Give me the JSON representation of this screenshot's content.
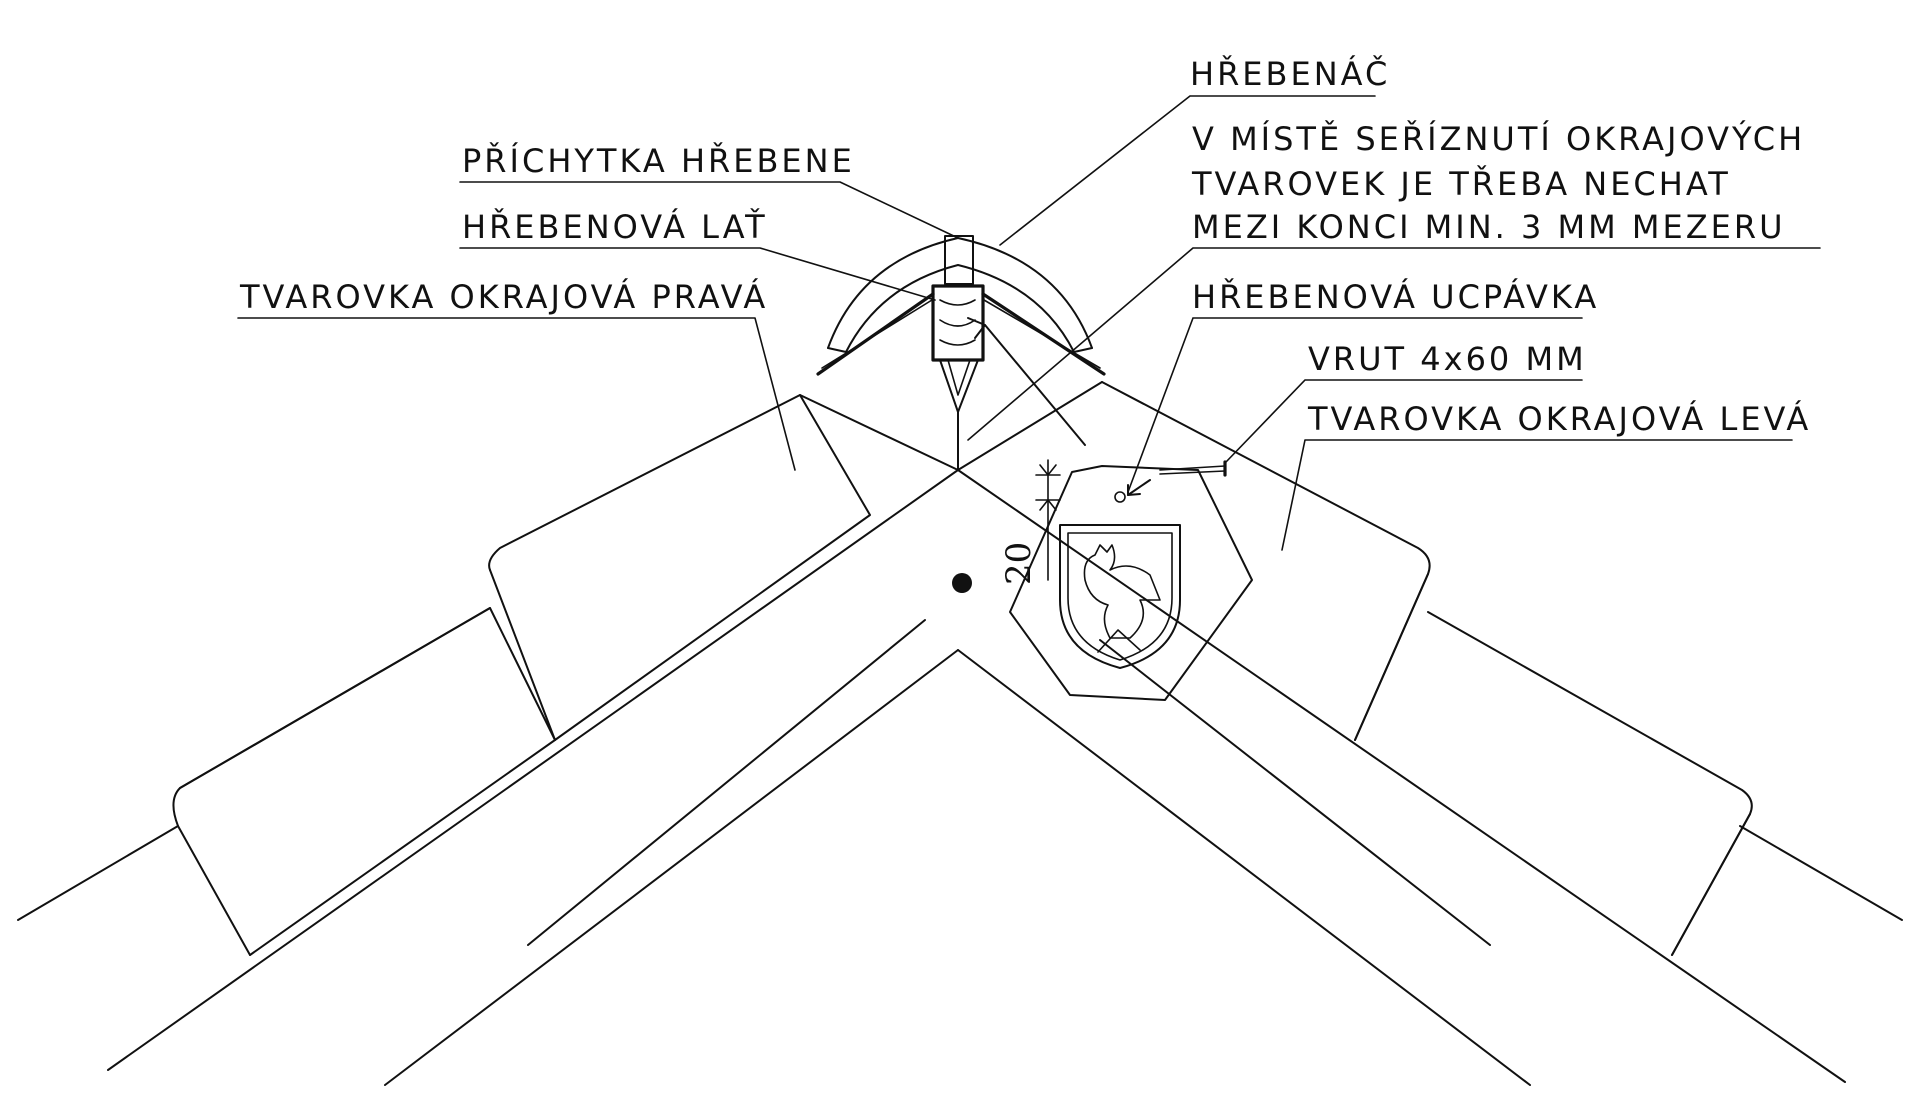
{
  "labels": {
    "hrebenac": "HŘEBENÁČ",
    "note_line1": "V MÍSTĚ SEŘÍZNUTÍ OKRAJOVÝCH",
    "note_line2": "TVAROVEK JE TŘEBA NECHAT",
    "note_line3": "MEZI KONCI MIN. 3 MM MEZERU",
    "prichytka": "PŘÍCHYTKA HŘEBENE",
    "hrebenova_lat": "HŘEBENOVÁ LAŤ",
    "tvarovka_prava": "TVAROVKA OKRAJOVÁ PRAVÁ",
    "hrebenova_ucpavka": "HŘEBENOVÁ UCPÁVKA",
    "vrut": "VRUT 4x60 MM",
    "tvarovka_leva": "TVAROVKA OKRAJOVÁ LEVÁ"
  },
  "dimension": {
    "value": "20"
  },
  "icons": {
    "logo": "rooster-shield-logo"
  }
}
